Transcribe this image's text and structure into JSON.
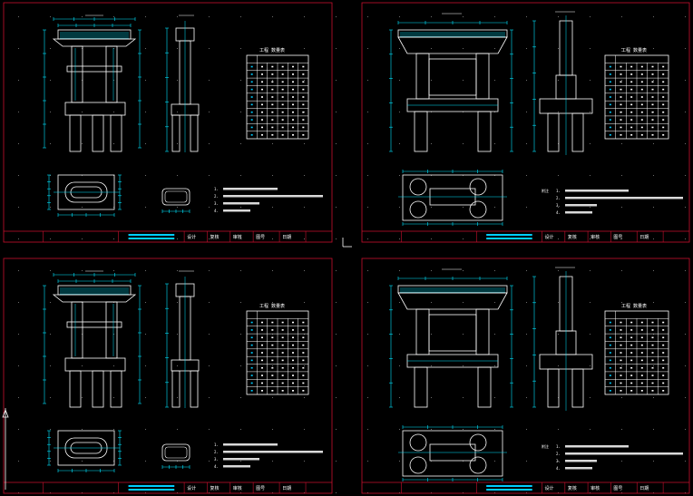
{
  "sheets": [
    {
      "id": "top-left",
      "variant": "A"
    },
    {
      "id": "top-right",
      "variant": "B"
    },
    {
      "id": "bottom-left",
      "variant": "A"
    },
    {
      "id": "bottom-right",
      "variant": "B"
    }
  ],
  "sheet_text": {
    "notes_prefix_B": "附注",
    "notes": [
      "1.",
      "2.",
      "3.",
      "4."
    ],
    "title_block": {
      "design": "设计",
      "draw": "复核",
      "check": "审核",
      "drawing_no": "图号",
      "date": "日期"
    },
    "table_title": "工程 数量表"
  },
  "colors": {
    "border": "#c8102e",
    "drawing": "#ffffff",
    "dimension": "#00e5ff",
    "accent": "#00ccff",
    "background": "#000000"
  }
}
